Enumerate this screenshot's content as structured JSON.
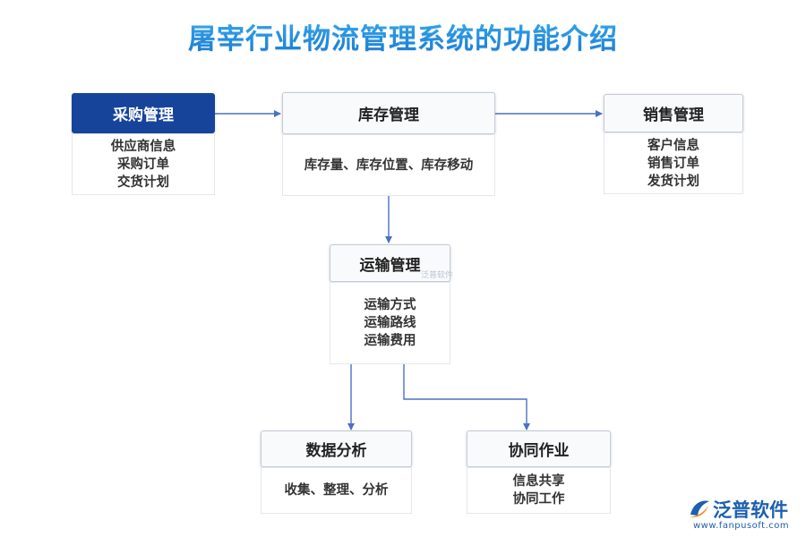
{
  "title": "屠宰行业物流管理系统的功能介绍",
  "modules": {
    "procurement": {
      "label": "采购管理",
      "items": [
        "供应商信息",
        "采购订单",
        "交货计划"
      ]
    },
    "inventory": {
      "label": "库存管理",
      "items": [
        "库存量、库存位置、库存移动"
      ]
    },
    "sales": {
      "label": "销售管理",
      "items": [
        "客户信息",
        "销售订单",
        "发货计划"
      ]
    },
    "transport": {
      "label": "运输管理",
      "items": [
        "运输方式",
        "运输路线",
        "运输费用"
      ]
    },
    "analytics": {
      "label": "数据分析",
      "items": [
        "收集、整理、分析"
      ]
    },
    "collaboration": {
      "label": "协同作业",
      "items": [
        "信息共享",
        "协同工作"
      ]
    }
  },
  "watermark": "泛普软件",
  "logo": {
    "name": "泛普软件",
    "url": "www.fanpusoft.com"
  },
  "colors": {
    "title": "#1a7fd6",
    "accent_dark": "#16449a",
    "connector": "#4a72c4"
  }
}
